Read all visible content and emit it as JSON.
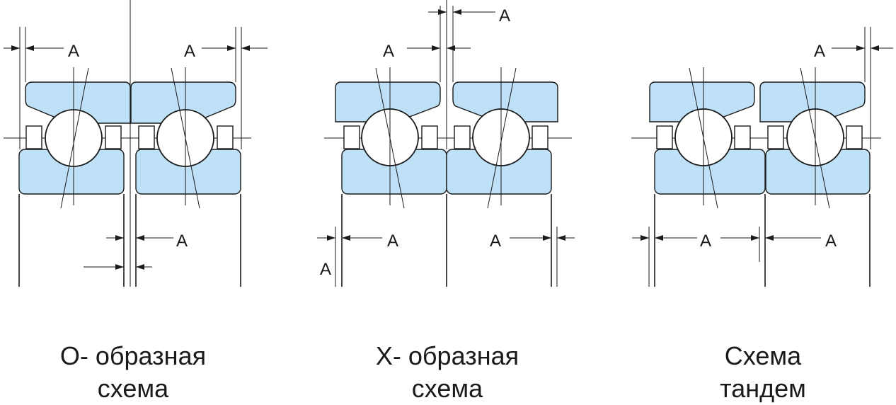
{
  "dimension_label": "A",
  "colors": {
    "ring_fill": "#bfe1f7",
    "line": "#1a1a1a",
    "ball_fill": "#ffffff"
  },
  "arrangements": [
    {
      "id": "o-type",
      "caption_line1": "О- образная",
      "caption_line2": "схема"
    },
    {
      "id": "x-type",
      "caption_line1": "Х- образная",
      "caption_line2": "схема"
    },
    {
      "id": "tandem",
      "caption_line1": "Схема",
      "caption_line2": "тандем"
    }
  ]
}
